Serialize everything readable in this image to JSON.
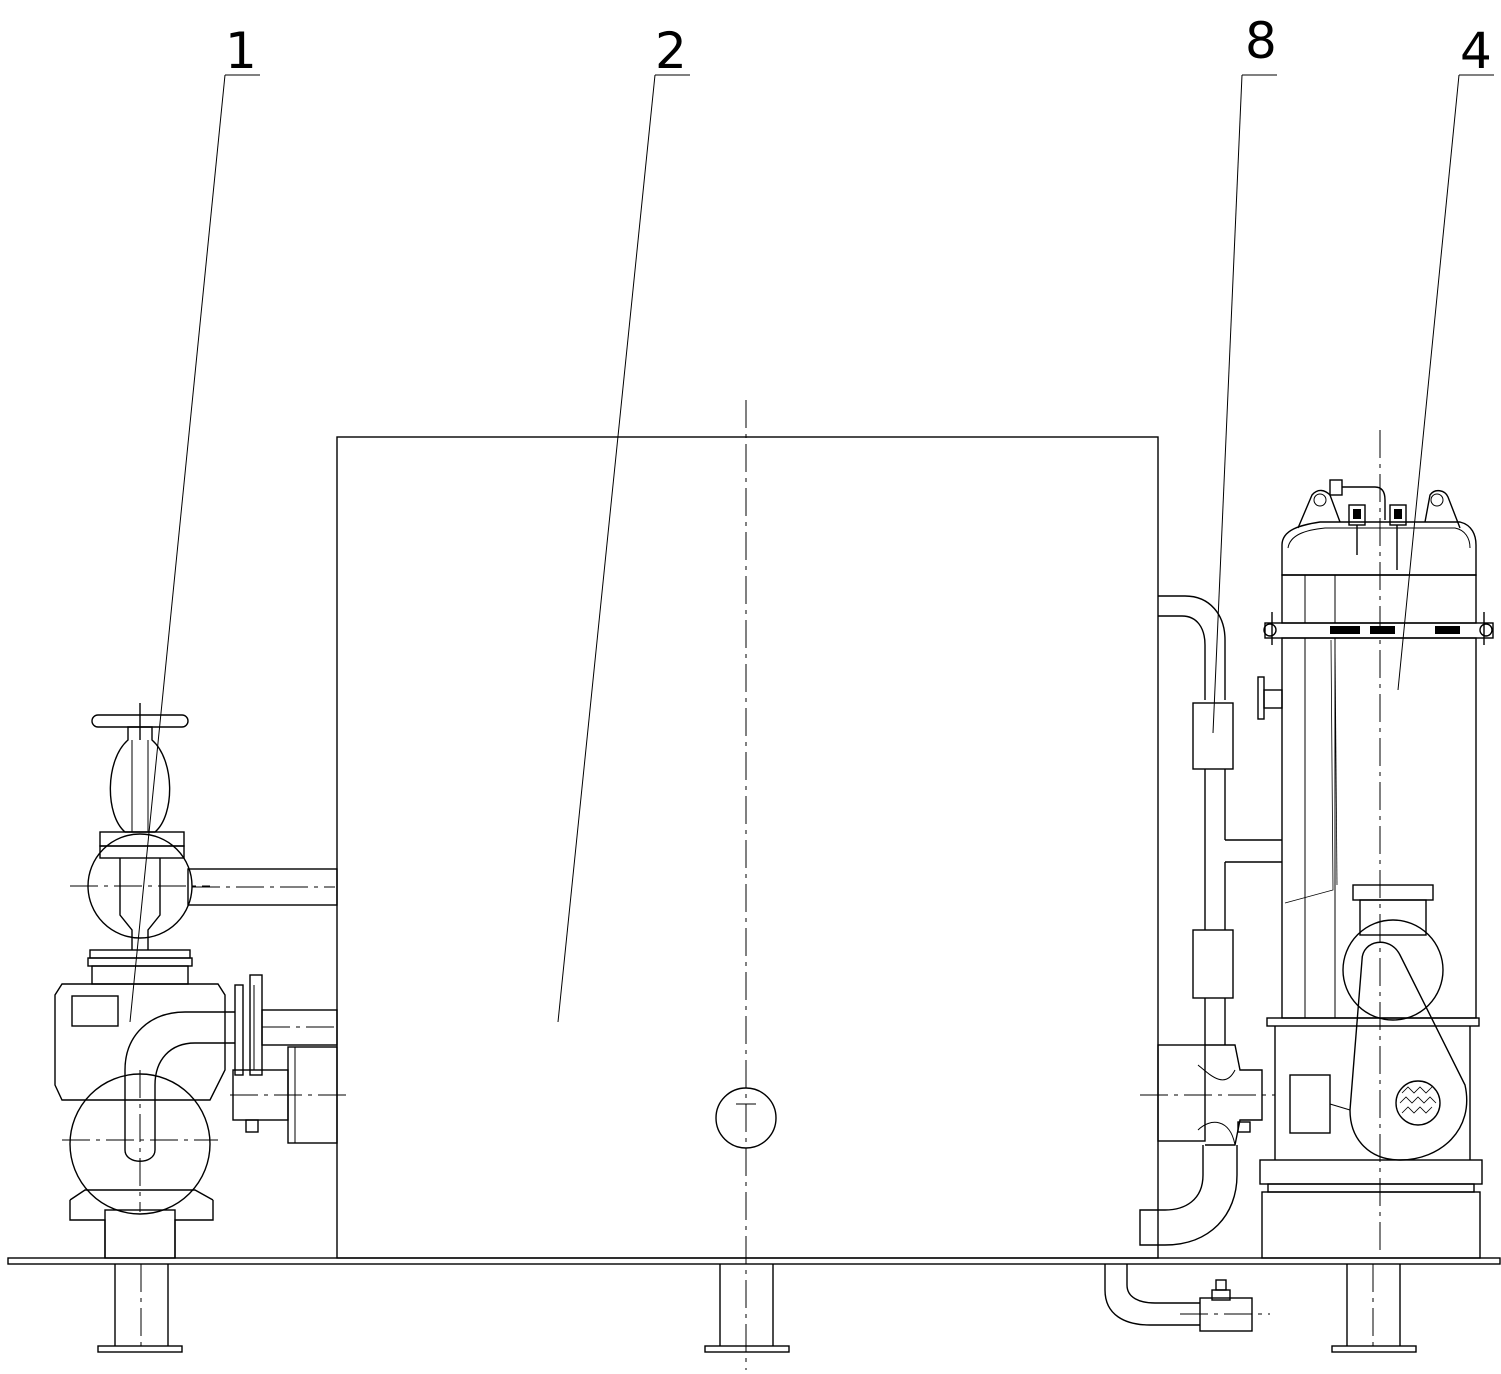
{
  "callouts": [
    {
      "label": "1"
    },
    {
      "label": "2"
    },
    {
      "label": "8"
    },
    {
      "label": "4"
    }
  ]
}
